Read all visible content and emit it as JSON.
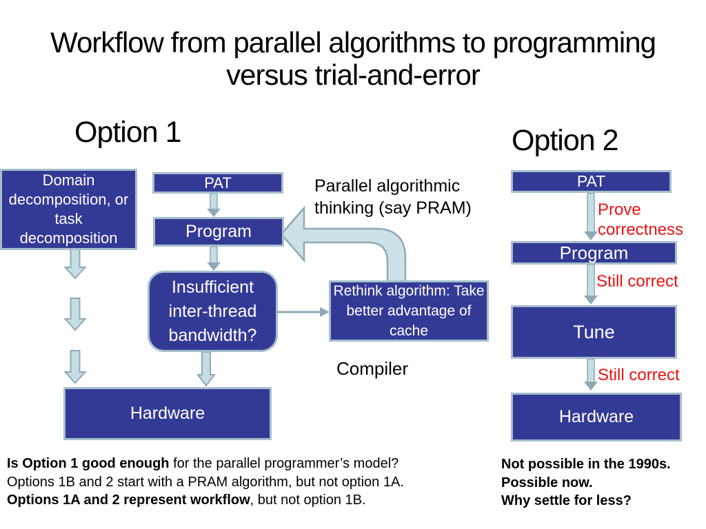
{
  "title": {
    "line1": "Workflow from parallel algorithms to programming",
    "line2": "versus trial-and-error"
  },
  "option1": {
    "heading": "Option 1",
    "domain_box": "Domain decomposition, or task decomposition",
    "pat_box": "PAT",
    "program_box": "Program",
    "insufficient_box": "Insufficient inter-thread bandwidth?",
    "hardware_box": "Hardware",
    "rethink_box": "Rethink algorithm: Take better advantage of cache",
    "pat_note": "Parallel algorithmic thinking (say PRAM)",
    "compiler_label": "Compiler"
  },
  "option2": {
    "heading": "Option 2",
    "pat_box": "PAT",
    "program_box": "Program",
    "tune_box": "Tune",
    "hardware_box": "Hardware",
    "prove_note": "Prove correctness",
    "still_correct_1": "Still correct",
    "still_correct_2": "Still correct"
  },
  "footer": {
    "left": [
      {
        "bold": "Is Option 1 good enough",
        "rest": " for the parallel programmer’s model?"
      },
      {
        "bold": "",
        "rest": "Options 1B and 2 start with a PRAM algorithm, but not option 1A."
      },
      {
        "bold": "Options 1A and 2 represent workflow",
        "rest": ", but not option 1B."
      }
    ],
    "right": [
      "Not possible in the 1990s.",
      "Possible now.",
      "Why settle for less?"
    ]
  },
  "colors": {
    "box_fill": "#333A96",
    "box_border": "#A6BECB",
    "arrow_fill": "#C5DEE3",
    "arrow_stroke": "#8FA9B6",
    "note_red": "#EE1111"
  }
}
